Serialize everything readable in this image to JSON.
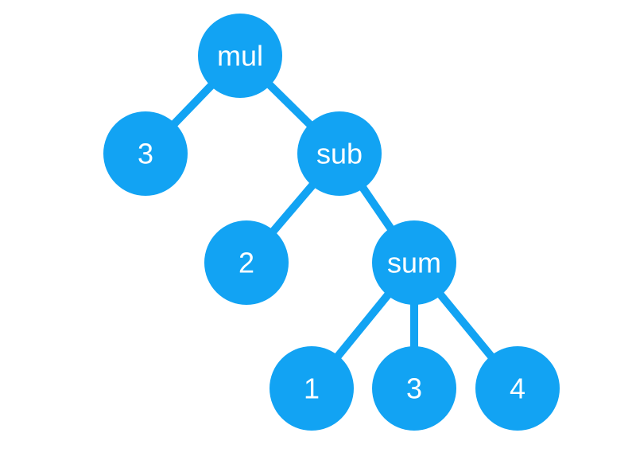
{
  "diagram": {
    "type": "expression-tree",
    "colors": {
      "node_fill": "#12A3F3",
      "edge_stroke": "#12A3F3",
      "label_text": "#FFFFFF",
      "background": "#FFFFFF"
    },
    "nodes": [
      {
        "id": "mul",
        "label": "mul"
      },
      {
        "id": "n3a",
        "label": "3"
      },
      {
        "id": "sub",
        "label": "sub"
      },
      {
        "id": "n2",
        "label": "2"
      },
      {
        "id": "sum",
        "label": "sum"
      },
      {
        "id": "n1",
        "label": "1"
      },
      {
        "id": "n3b",
        "label": "3"
      },
      {
        "id": "n4",
        "label": "4"
      }
    ],
    "edges": [
      {
        "from": "mul",
        "to": "n3a"
      },
      {
        "from": "mul",
        "to": "sub"
      },
      {
        "from": "sub",
        "to": "n2"
      },
      {
        "from": "sub",
        "to": "sum"
      },
      {
        "from": "sum",
        "to": "n1"
      },
      {
        "from": "sum",
        "to": "n3b"
      },
      {
        "from": "sum",
        "to": "n4"
      }
    ]
  }
}
